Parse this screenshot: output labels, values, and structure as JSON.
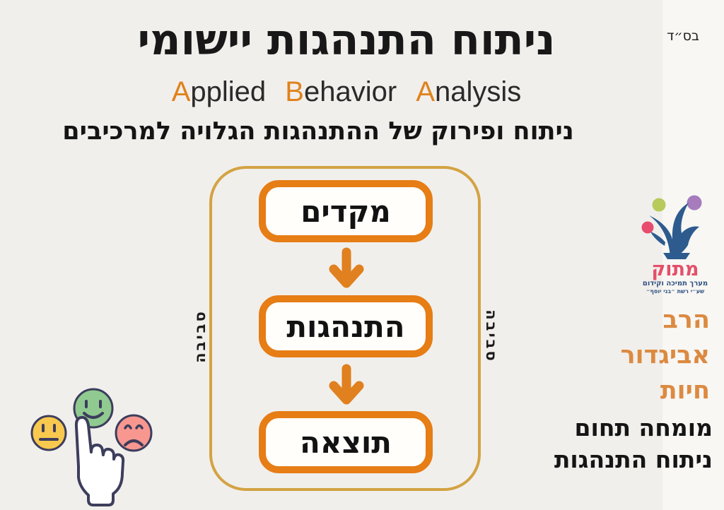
{
  "page": {
    "bsd": "בס״ד"
  },
  "header": {
    "title": "ניתוח התנהגות יישומי",
    "subtitle_en": {
      "words": [
        {
          "cap": "A",
          "rest": "pplied"
        },
        {
          "cap": "B",
          "rest": "ehavior"
        },
        {
          "cap": "A",
          "rest": "nalysis"
        }
      ]
    },
    "subtitle_he": "ניתוח ופירוק של ההתנהגות הגלויה למרכיבים"
  },
  "flowchart": {
    "boxes": [
      "מקדים",
      "התנהגות",
      "תוצאה"
    ],
    "side_label_left": "סביבה",
    "side_label_right": "סביבה"
  },
  "logo": {
    "name": "מתוק",
    "tagline": "מערך תמיכה וקידום",
    "subtagline": "שע״י רשת ״בני יוסף״"
  },
  "author": {
    "name_line1": "הרב",
    "name_line2": "אביגדור",
    "name_line3": "חיות",
    "role_line1": "מומחה תחום",
    "role_line2": "ניתוח התנהגות"
  },
  "icons": {
    "emoji_faces": "neutral-smiley-sad faces with pointing hand",
    "logo_figure": "abstract blue figure with colored balls"
  },
  "colors": {
    "slide_background": "#f1efec",
    "box_border_orange": "#e67d15",
    "frame_gold": "#d3a343",
    "arrow_orange": "#e0801e",
    "accent_letter_orange": "#e0821c",
    "author_orange": "#dc8a41",
    "logo_blue": "#2d5b8e",
    "logo_pink": "#e74c6e",
    "logo_green": "#b7ca5c",
    "logo_purple": "#a67cbd",
    "emoji_yellow": "#f8c94e",
    "emoji_green": "#90ca90",
    "emoji_red": "#f79790",
    "emoji_outline": "#3d3d5c"
  }
}
